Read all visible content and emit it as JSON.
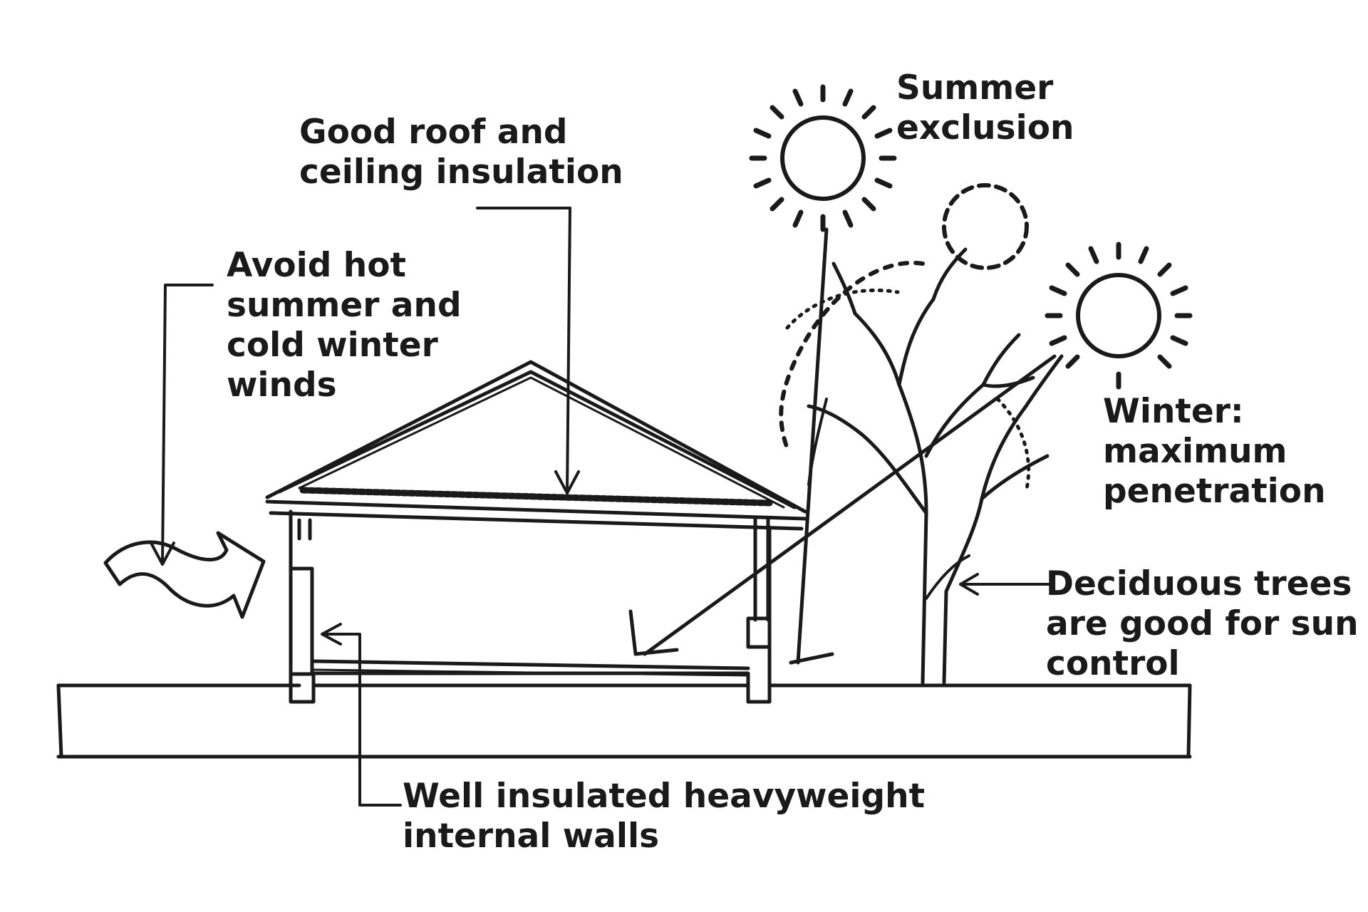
{
  "labels": {
    "roof": [
      "Good roof and",
      "ceiling insulation"
    ],
    "wind": [
      "Avoid hot",
      "summer and",
      "cold winter",
      "winds"
    ],
    "summer": [
      "Summer",
      "exclusion"
    ],
    "winter": [
      "Winter:",
      "maximum",
      "penetration"
    ],
    "trees": [
      "Deciduous trees",
      "are good for sun",
      "control"
    ],
    "walls": [
      "Well insulated heavyweight",
      "internal walls"
    ]
  },
  "colors": {
    "ink": "#1a1a1a",
    "background": "#ffffff"
  },
  "icons": {
    "summer_sun": "sun-icon",
    "winter_sun": "sun-icon",
    "midseason_sun": "dashed-sun-icon",
    "wind": "wind-arrow-icon",
    "tree": "deciduous-tree-icon",
    "house": "house-section-icon"
  }
}
